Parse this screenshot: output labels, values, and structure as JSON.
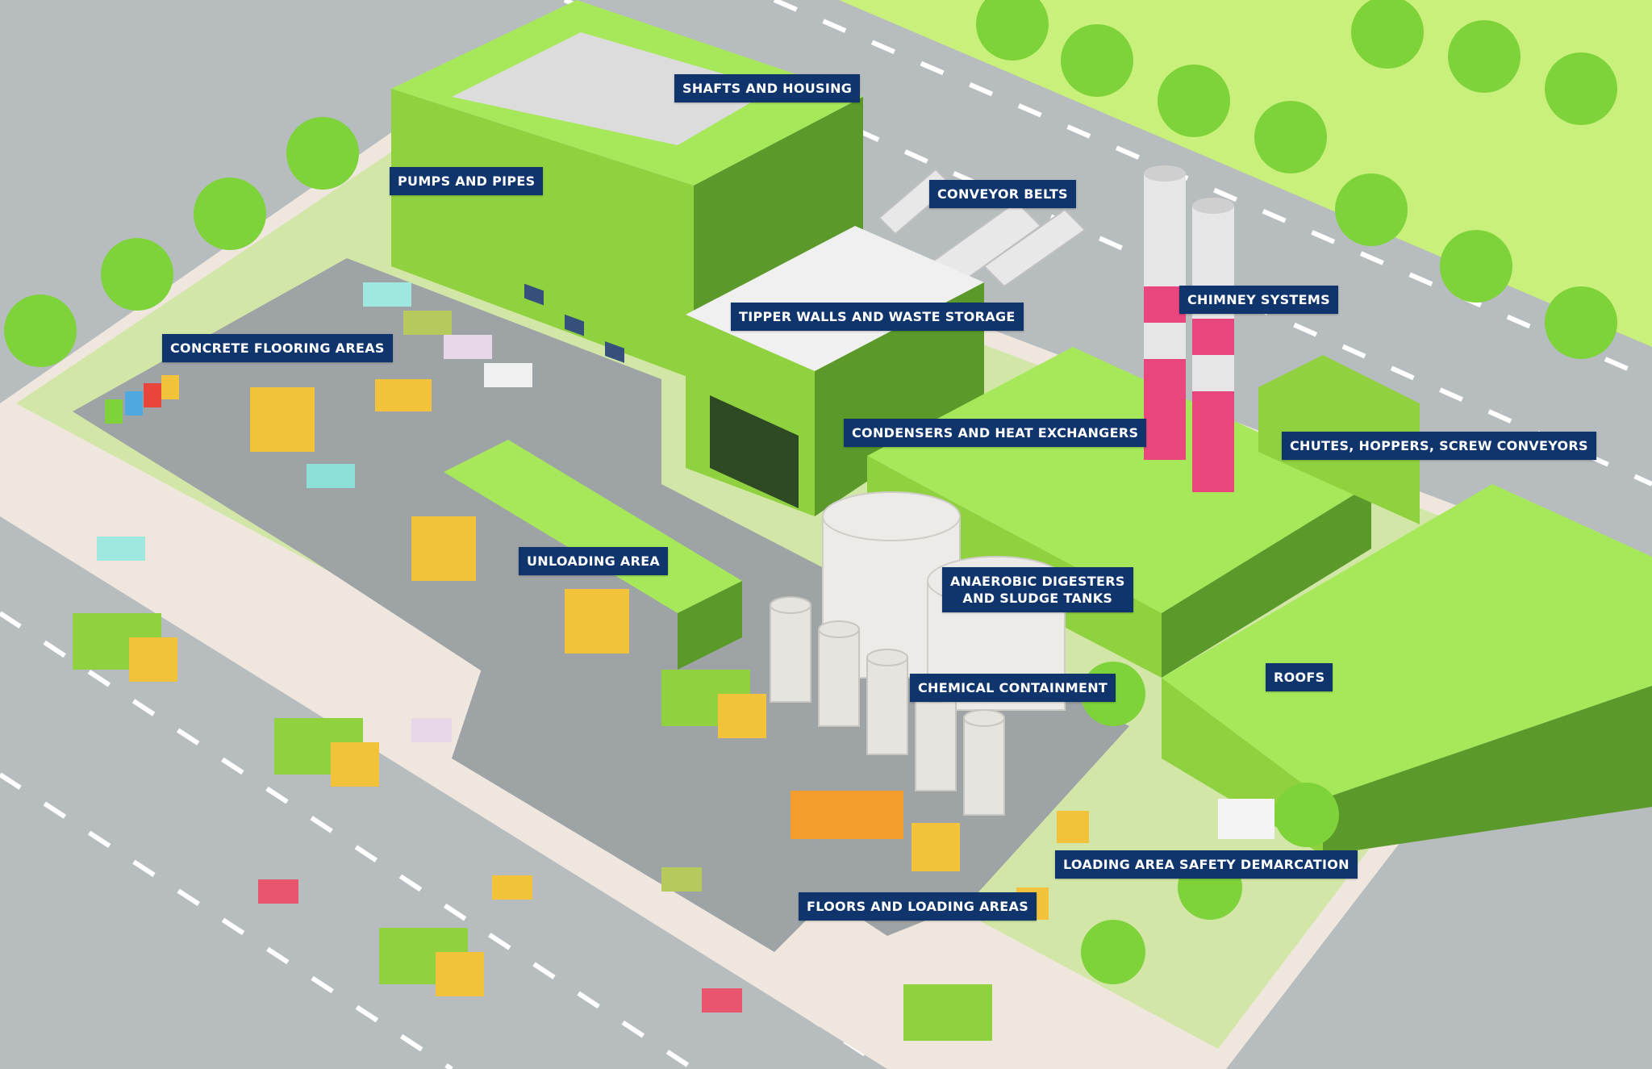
{
  "labels": {
    "shafts": "SHAFTS AND HOUSING",
    "pumps": "PUMPS AND PIPES",
    "conveyor": "CONVEYOR BELTS",
    "chimney": "CHIMNEY SYSTEMS",
    "tipper": "TIPPER WALLS AND WASTE STORAGE",
    "concrete": "CONCRETE FLOORING AREAS",
    "condensers": "CONDENSERS AND HEAT EXCHANGERS",
    "chutes": "CHUTES, HOPPERS, SCREW CONVEYORS",
    "unloading": "UNLOADING AREA",
    "anaerobic_line1": "ANAEROBIC DIGESTERS",
    "anaerobic_line2": "AND SLUDGE TANKS",
    "chemical": "CHEMICAL CONTAINMENT",
    "roofs": "ROOFS",
    "loading_safety": "LOADING AREA SAFETY DEMARCATION",
    "floors_loading": "FLOORS AND LOADING AREAS"
  },
  "colors": {
    "road": "#b7bcbf",
    "grass": "#c8f07a",
    "building_green": "#8fd13f",
    "building_light": "#a6e85a",
    "building_dark": "#5b9a2a",
    "asphalt": "#9ea3a6",
    "chimney_red": "#e8467c",
    "label_bg": "#10356d"
  }
}
